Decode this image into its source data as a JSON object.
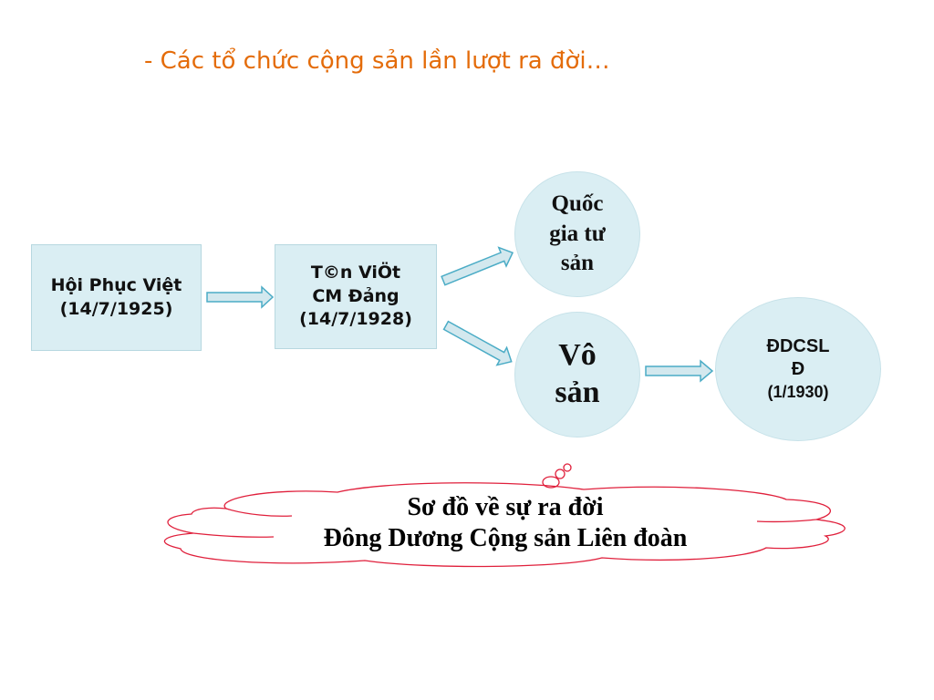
{
  "title": "- Các tổ chức cộng sản lần lượt ra đời…",
  "nodes": {
    "hoi_phuc_viet": "Hội Phục Việt\n(14/7/1925)",
    "tan_viet": "T©n ViÖt\nCM  Đảng\n(14/7/1928)",
    "quoc_gia_tu_san": "Quốc\ngia tư\nsản",
    "vo_san": "Vô\nsản",
    "ddcsld_name": "ĐDCSL\nĐ",
    "ddcsld_date": "(1/1930)"
  },
  "caption": {
    "line1": "Sơ đồ về sự ra đời",
    "line2": "Đông Dương Cộng sản Liên đoàn"
  },
  "colors": {
    "title": "#E46C0A",
    "node_fill": "#DAEEF3",
    "arrow_fill": "#D3E8EE",
    "arrow_stroke": "#4BACC6",
    "cloud_stroke": "#E0203C"
  }
}
